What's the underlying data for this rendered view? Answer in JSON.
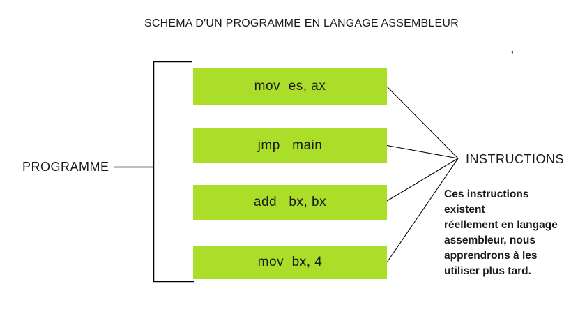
{
  "title": "SCHEMA D'UN PROGRAMME EN LANGAGE ASSEMBLEUR",
  "program_label": "PROGRAMME",
  "instructions_label": "INSTRUCTIONS",
  "stray_mark": "'",
  "instruction_boxes": [
    {
      "label": "mov  es, ax"
    },
    {
      "label": "jmp   main"
    },
    {
      "label": "add   bx, bx"
    },
    {
      "label": "mov  bx, 4"
    }
  ],
  "note": {
    "lines": [
      "Ces instructions existent",
      "réellement en langage",
      "assembleur, nous",
      "apprendrons à les",
      "utiliser plus tard."
    ]
  },
  "colors": {
    "box_fill": "#AADE28",
    "line": "#000000",
    "text": "#1C1C1C",
    "background": "#FFFFFF"
  }
}
